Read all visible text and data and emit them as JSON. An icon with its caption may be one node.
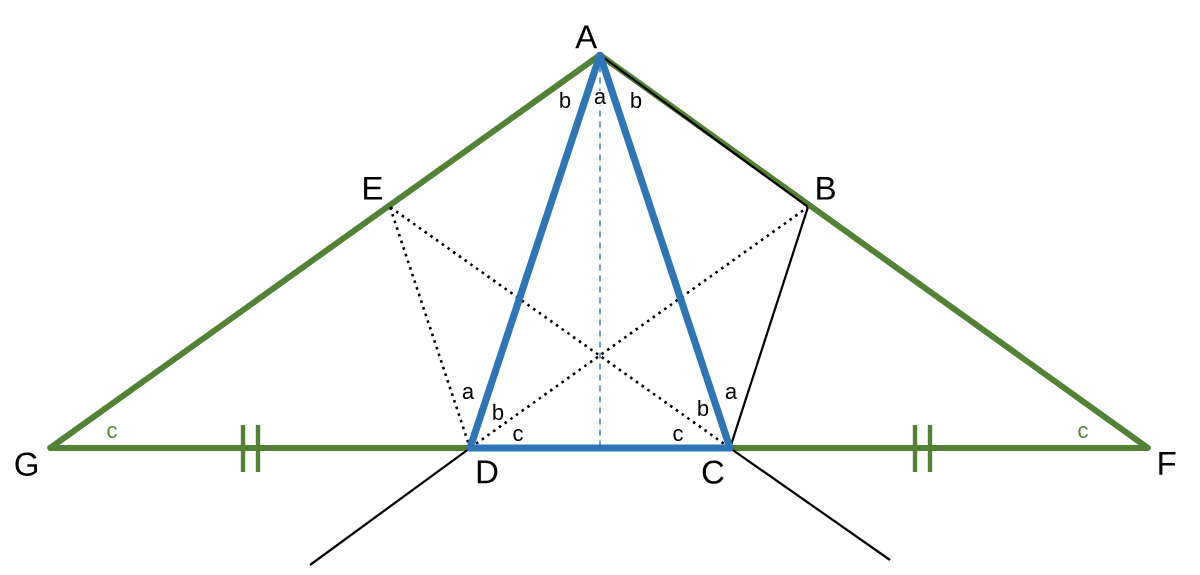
{
  "diagram": {
    "nodes": [
      {
        "text": [
          "A"
        ]
      },
      {
        "text": [
          "B"
        ]
      },
      {
        "text": [
          "C"
        ]
      },
      {
        "text": [
          "D"
        ]
      },
      {
        "text": [
          "E"
        ]
      },
      {
        "text": [
          "F"
        ]
      },
      {
        "text": [
          "G"
        ]
      }
    ],
    "edges": [
      {
        "from": 6,
        "to": 0,
        "arrow": "none",
        "style": "thick",
        "color": "#548235"
      },
      {
        "from": 0,
        "to": 5,
        "arrow": "none",
        "style": "thick",
        "color": "#548235"
      },
      {
        "from": 6,
        "to": 3,
        "arrow": "none",
        "style": "thick",
        "color": "#548235"
      },
      {
        "from": 2,
        "to": 5,
        "arrow": "none",
        "style": "thick",
        "color": "#548235"
      },
      {
        "from": 0,
        "to": 3,
        "arrow": "none",
        "style": "thick",
        "color": "#2e75b6"
      },
      {
        "from": 0,
        "to": 2,
        "arrow": "none",
        "style": "thick",
        "color": "#2e75b6"
      },
      {
        "from": 3,
        "to": 2,
        "arrow": "none",
        "style": "thick",
        "color": "#2e75b6"
      },
      {
        "from": 0,
        "to": 1,
        "arrow": "none"
      },
      {
        "from": 1,
        "to": 2,
        "arrow": "none"
      },
      {
        "from": 4,
        "to": 2,
        "arrow": "none",
        "style": "dashed"
      },
      {
        "from": 4,
        "to": 3,
        "arrow": "none",
        "style": "dashed"
      },
      {
        "from": 3,
        "to": 1,
        "arrow": "none",
        "style": "dashed"
      },
      {
        "from": 3,
        "to": null,
        "arrow": "none"
      },
      {
        "from": 2,
        "to": null,
        "arrow": "none"
      },
      {
        "from": 0,
        "to": null,
        "arrow": "none",
        "style": "dashed",
        "color": "#2e75b6"
      }
    ],
    "labels": [
      "b",
      "a",
      "b",
      "a",
      "b",
      "b",
      "a",
      "c",
      "c",
      "c",
      "c"
    ]
  }
}
